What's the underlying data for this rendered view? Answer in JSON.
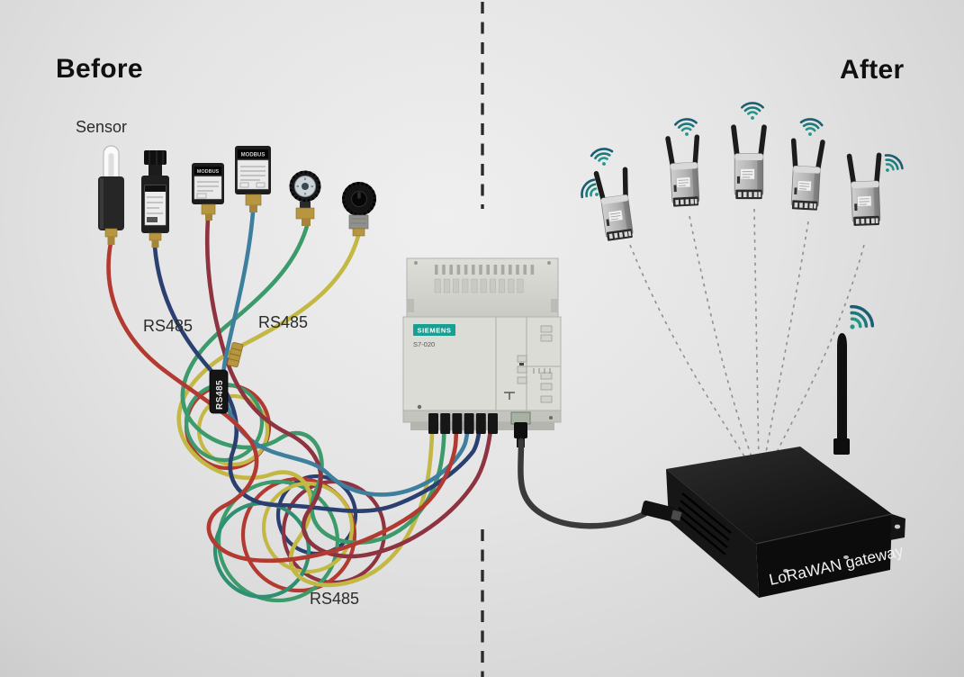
{
  "before_section": {
    "title": "Before",
    "sensor_label": "Sensor",
    "rs485_labels": [
      "RS485",
      "RS485",
      "RS485"
    ],
    "cable_tie_label": "RS485",
    "sensor_modbus_label": "MODBUS",
    "wired_sensor_count": 6,
    "wire_colors": {
      "red": "#b23a30",
      "dark_red": "#8e3340",
      "navy": "#2b3f70",
      "teal_blue": "#3f7f9e",
      "green": "#3c9a6b",
      "teal_green": "#2e8f72",
      "yellow": "#c3b843"
    }
  },
  "plc": {
    "brand": "SIEMENS",
    "model": "S7-020",
    "brand_color": "#16a094",
    "body_color": "#dcdcd7"
  },
  "after_section": {
    "title": "After",
    "wireless_sensor_count": 5,
    "signal_color_inner": "#23968b",
    "signal_color_outer": "#1b5e74"
  },
  "gateway": {
    "label": "LoRaWAN gateway",
    "body_color": "#111111"
  }
}
